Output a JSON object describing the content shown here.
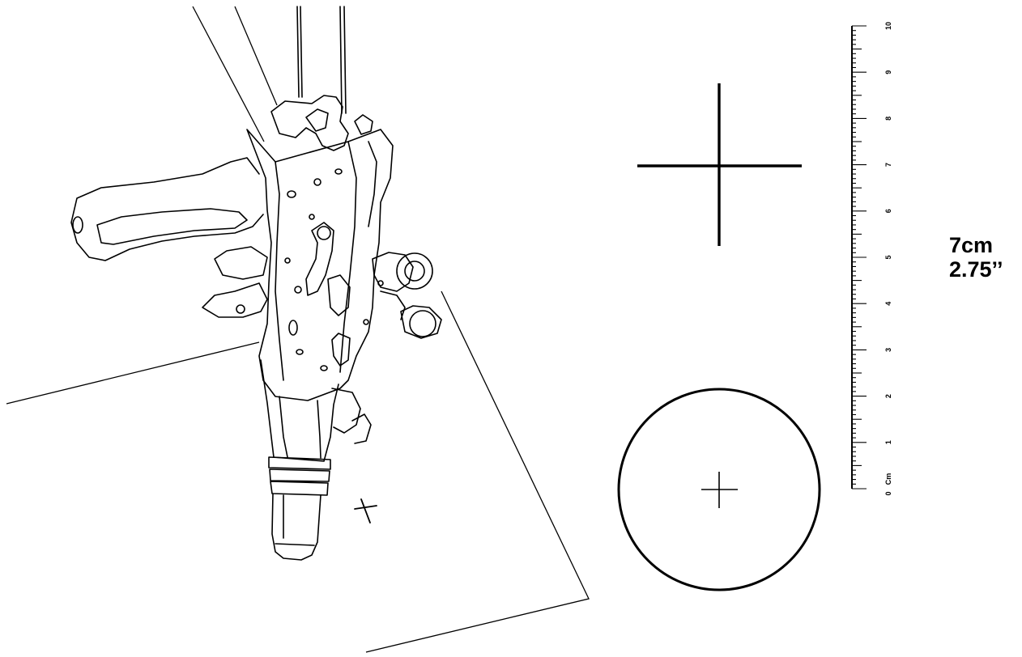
{
  "ruler": {
    "unit_label": "Cm",
    "major_ticks": [
      "0",
      "1",
      "2",
      "3",
      "4",
      "5",
      "6",
      "7",
      "8",
      "9",
      "10"
    ]
  },
  "measurement": {
    "metric": "7cm",
    "imperial": "2.75’’"
  },
  "icons": {
    "large_crosshair": "crosshair-icon",
    "circle_target": "circle-target-icon",
    "small_mark": "x-mark-icon"
  },
  "colors": {
    "line": "#000000",
    "background": "#ffffff"
  }
}
